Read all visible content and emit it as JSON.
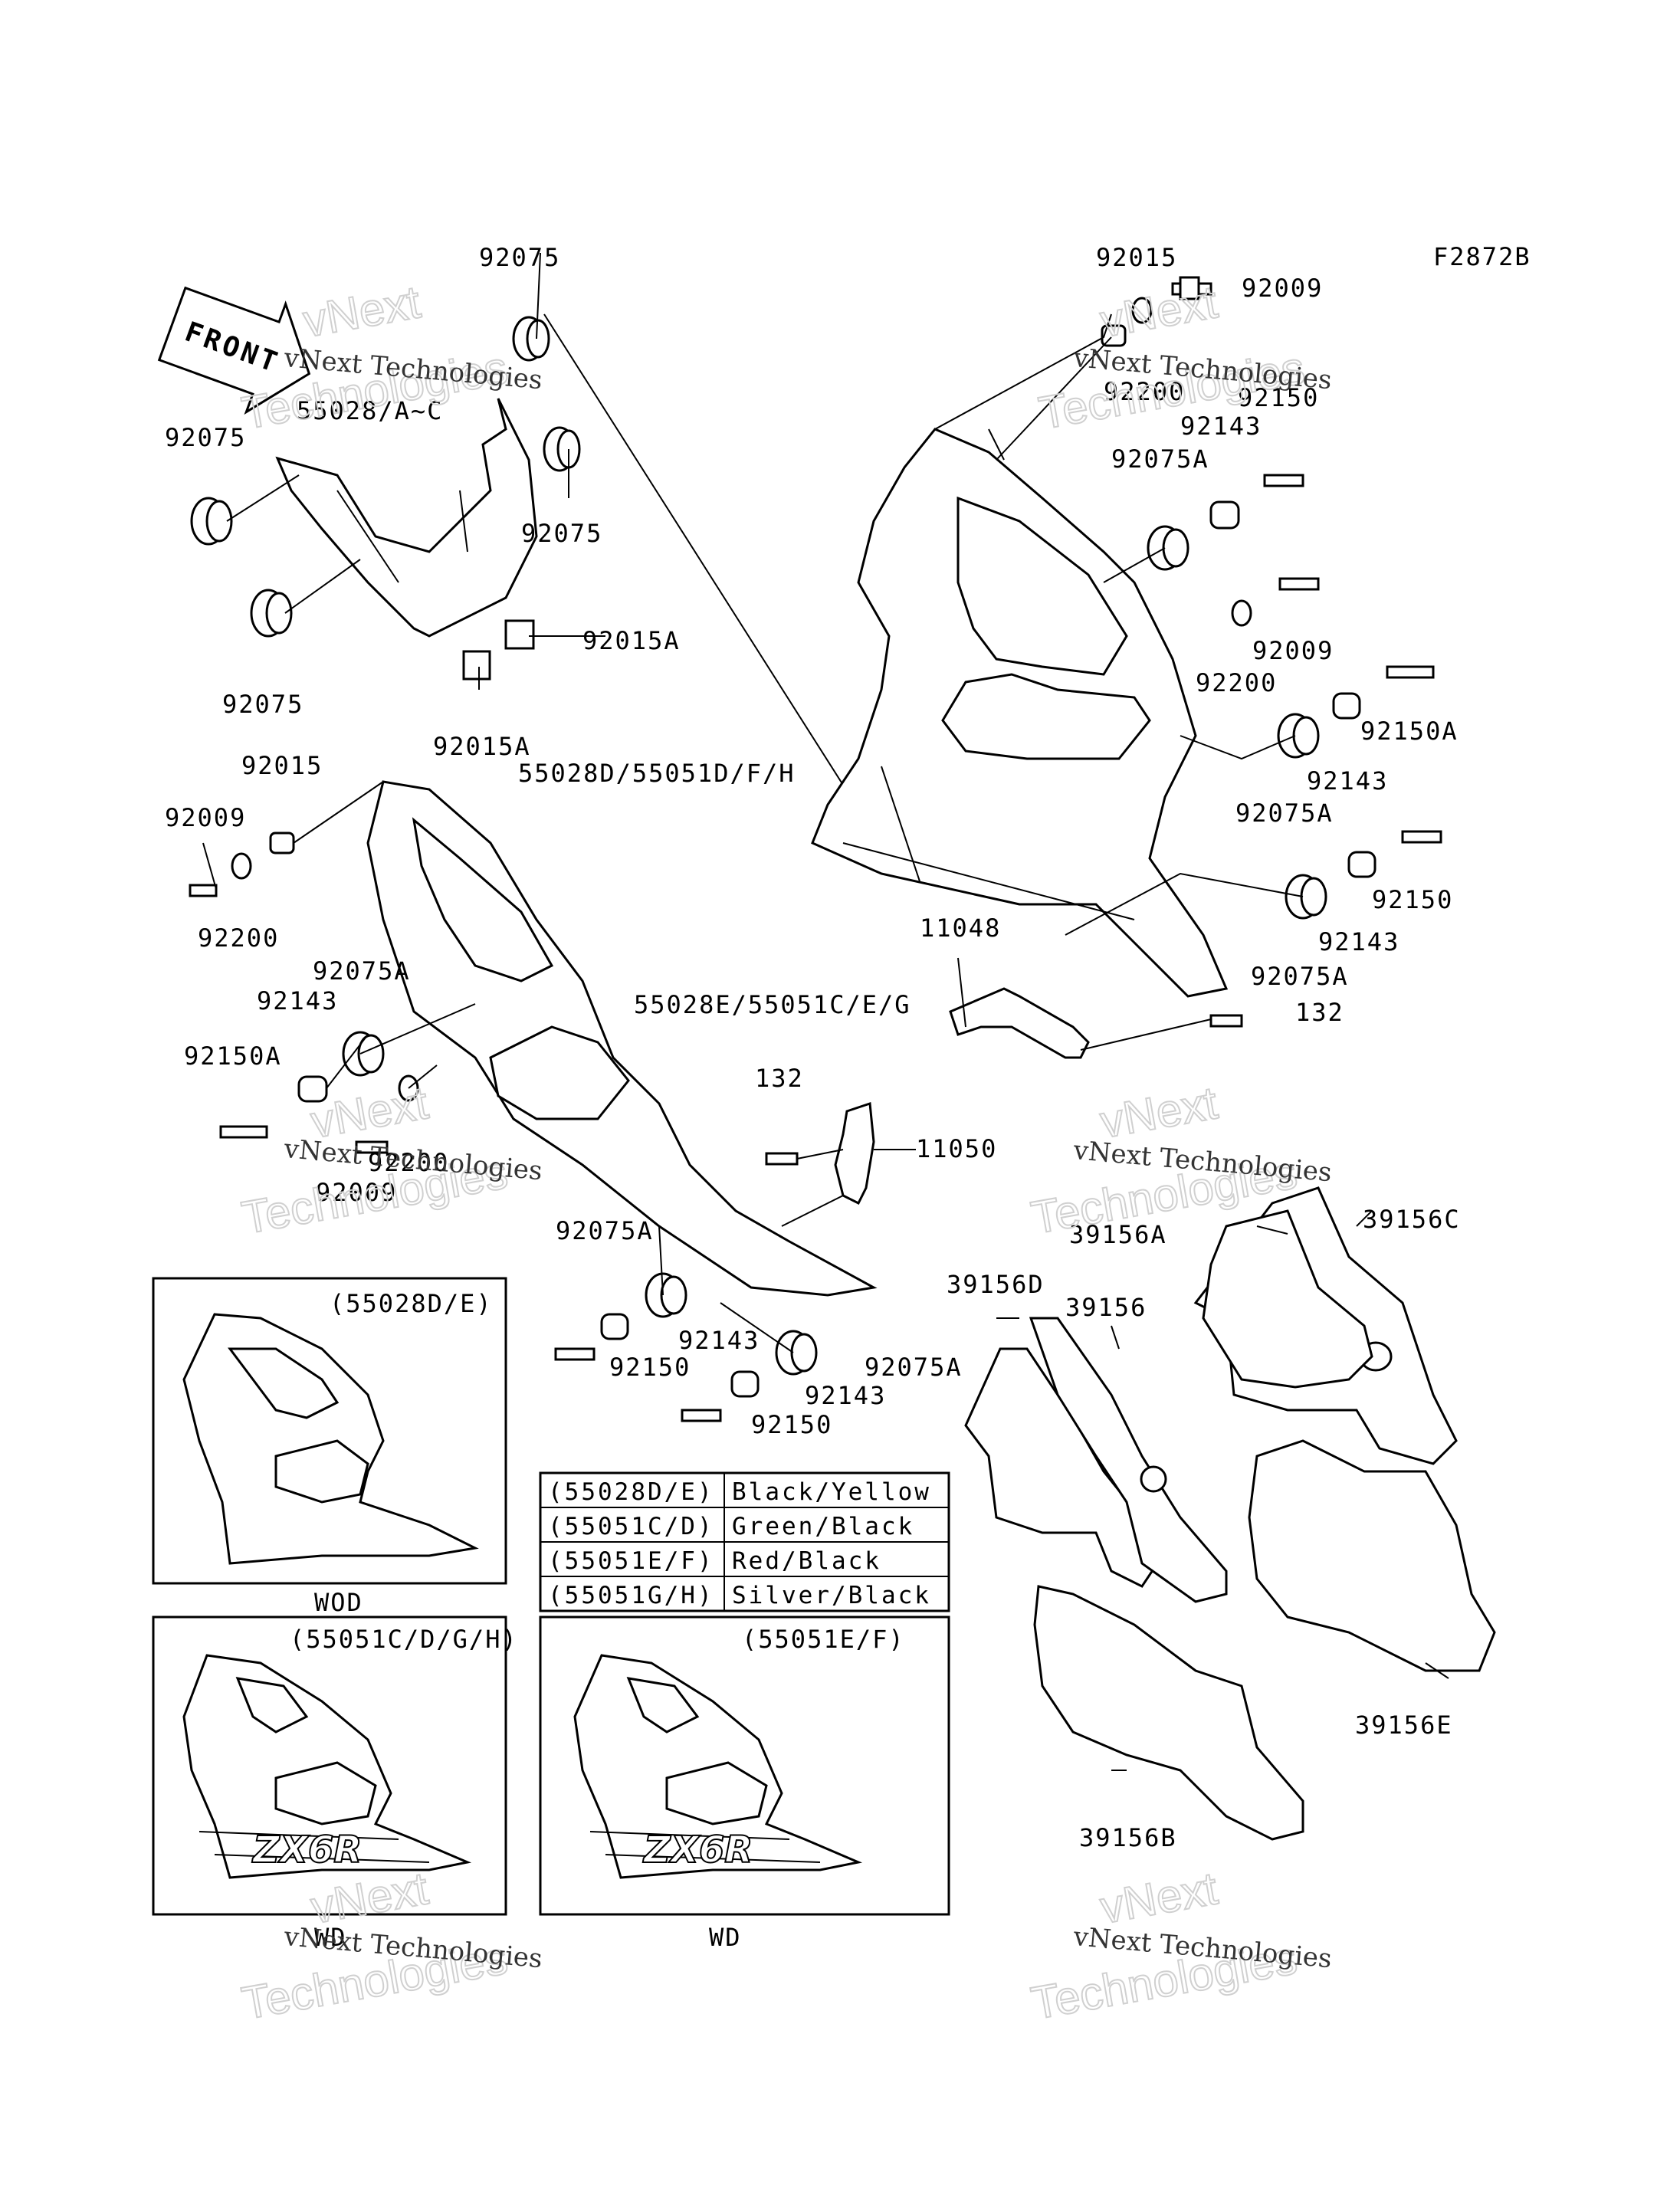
{
  "figure_code": "F2872B",
  "front_label": "FRONT",
  "watermark": {
    "line1": "vNext Technologies",
    "line2": "Technologies",
    "line3": "vNext"
  },
  "part_labels": {
    "p1": "92075",
    "p2": "55028/A~C",
    "p3": "92075",
    "p4": "92075",
    "p5": "92075",
    "p6": "92015A",
    "p7": "92015A",
    "p8": "92015",
    "p9": "92009",
    "p10": "92200",
    "p11": "92075A",
    "p12": "92143",
    "p13": "92150A",
    "p14": "92200",
    "p15": "92009",
    "p16": "55028E/55051C/E/G",
    "p17": "55028D/55051D/F/H",
    "p18": "92015",
    "p19": "92009",
    "p20": "92200",
    "p21": "92150",
    "p22": "92143",
    "p23": "92075A",
    "p24": "92009",
    "p25": "92200",
    "p26": "92150A",
    "p27": "92143",
    "p28": "92075A",
    "p29": "92150",
    "p30": "92143",
    "p31": "92075A",
    "p32": "11048",
    "p33": "132",
    "p34": "132",
    "p35": "11050",
    "p36": "92075A",
    "p37": "92143",
    "p38": "92150",
    "p39": "92075A",
    "p40": "92143",
    "p41": "92150",
    "p42": "39156C",
    "p43": "39156A",
    "p44": "39156D",
    "p45": "39156",
    "p46": "39156E",
    "p47": "39156B"
  },
  "insets": {
    "inset1_title": "(55028D/E)",
    "inset1_caption": "WOD",
    "inset2_title": "(55051C/D/G/H)",
    "inset2_caption": "WD",
    "inset3_title": "(55051E/F)",
    "inset3_caption": "WD",
    "decal_text": "ZX6R"
  },
  "color_table": {
    "rows": [
      {
        "code": "(55028D/E)",
        "color": "Black/Yellow"
      },
      {
        "code": "(55051C/D)",
        "color": "Green/Black"
      },
      {
        "code": "(55051E/F)",
        "color": "Red/Black"
      },
      {
        "code": "(55051G/H)",
        "color": "Silver/Black"
      }
    ]
  }
}
